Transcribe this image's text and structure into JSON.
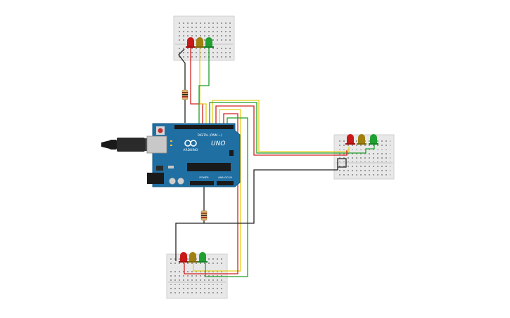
{
  "arduino": {
    "brand": "ARDUINO",
    "model": "UNO",
    "digital_label": "DIGITAL (PWM ~)",
    "power_label": "POWER",
    "analog_label": "ANALOG IN"
  },
  "colors": {
    "board": "#1f6fa3",
    "wire_red": "#d42020",
    "wire_yellow": "#e6cf1a",
    "wire_green": "#1f9e2b",
    "wire_black": "#222222",
    "led_red": "#c81818",
    "led_yellow": "#a08010",
    "led_green": "#20a030",
    "breadboard": "#e8e8e8"
  },
  "components": {
    "breadboards": [
      "top",
      "right",
      "bottom"
    ],
    "leds_per_board": [
      "red",
      "yellow",
      "green"
    ],
    "resistors": 2
  }
}
